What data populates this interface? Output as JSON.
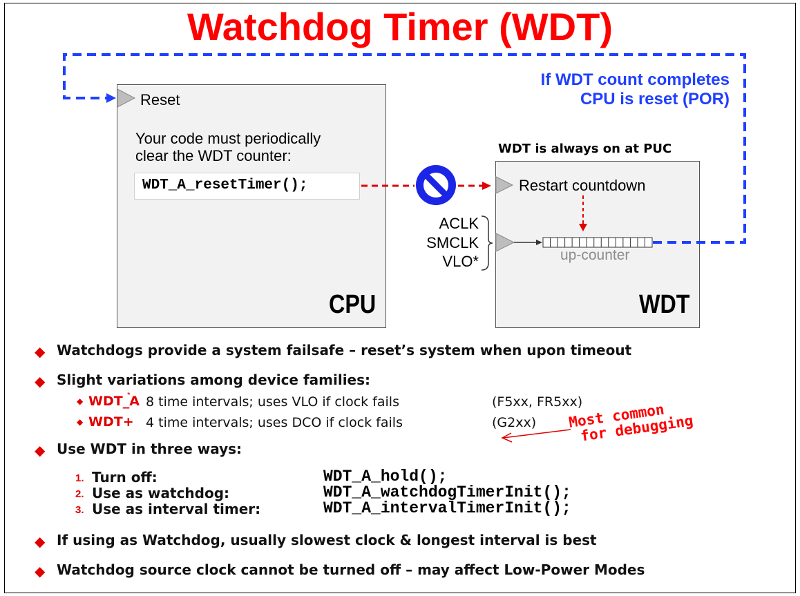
{
  "title": "Watchdog Timer (WDT)",
  "note_blue": {
    "line1": "If WDT count completes",
    "line2": "CPU is reset (POR)"
  },
  "cpu": {
    "reset_label": "Reset",
    "desc_line1": "Your code must periodically",
    "desc_line2": "clear the WDT counter:",
    "code": "WDT_A_resetTimer();",
    "name": "CPU"
  },
  "wdt": {
    "always_on": "WDT is always on at PUC",
    "restart_label": "Restart countdown",
    "clocks": [
      "ACLK",
      "SMCLK",
      "VLO*"
    ],
    "counter_label": "up-counter",
    "name": "WDT"
  },
  "bullets": {
    "b1": "Watchdogs provide a system failsafe – reset’s system when upon timeout",
    "b2": "Slight variations among device families:",
    "variants": [
      {
        "name": "WDT_A",
        "sup": "*",
        "desc": "8 time intervals; uses VLO if clock fails",
        "devices": "(F5xx, FR5xx)"
      },
      {
        "name": "WDT+",
        "sup": "",
        "desc": "4 time intervals; uses DCO if clock fails",
        "devices": "(G2xx)"
      }
    ],
    "b3": "Use WDT in three ways:",
    "ways": [
      {
        "num": "1.",
        "label": "Turn off:",
        "code": "WDT_A_hold();"
      },
      {
        "num": "2.",
        "label": "Use as watchdog:",
        "code": "WDT_A_watchdogTimerInit();"
      },
      {
        "num": "3.",
        "label": "Use as interval timer:",
        "code": "WDT_A_intervalTimerInit();"
      }
    ],
    "annotation_line1": "Most common",
    "annotation_line2": "for debugging",
    "b4": "If using as Watchdog, usually slowest clock & longest interval is best",
    "b5": "Watchdog source clock cannot be turned off – may affect Low-Power Modes"
  },
  "colors": {
    "title": "#ff0000",
    "blue_path": "#1f3fff",
    "red_path": "#e00000",
    "box_fill": "#f2f2f2"
  }
}
